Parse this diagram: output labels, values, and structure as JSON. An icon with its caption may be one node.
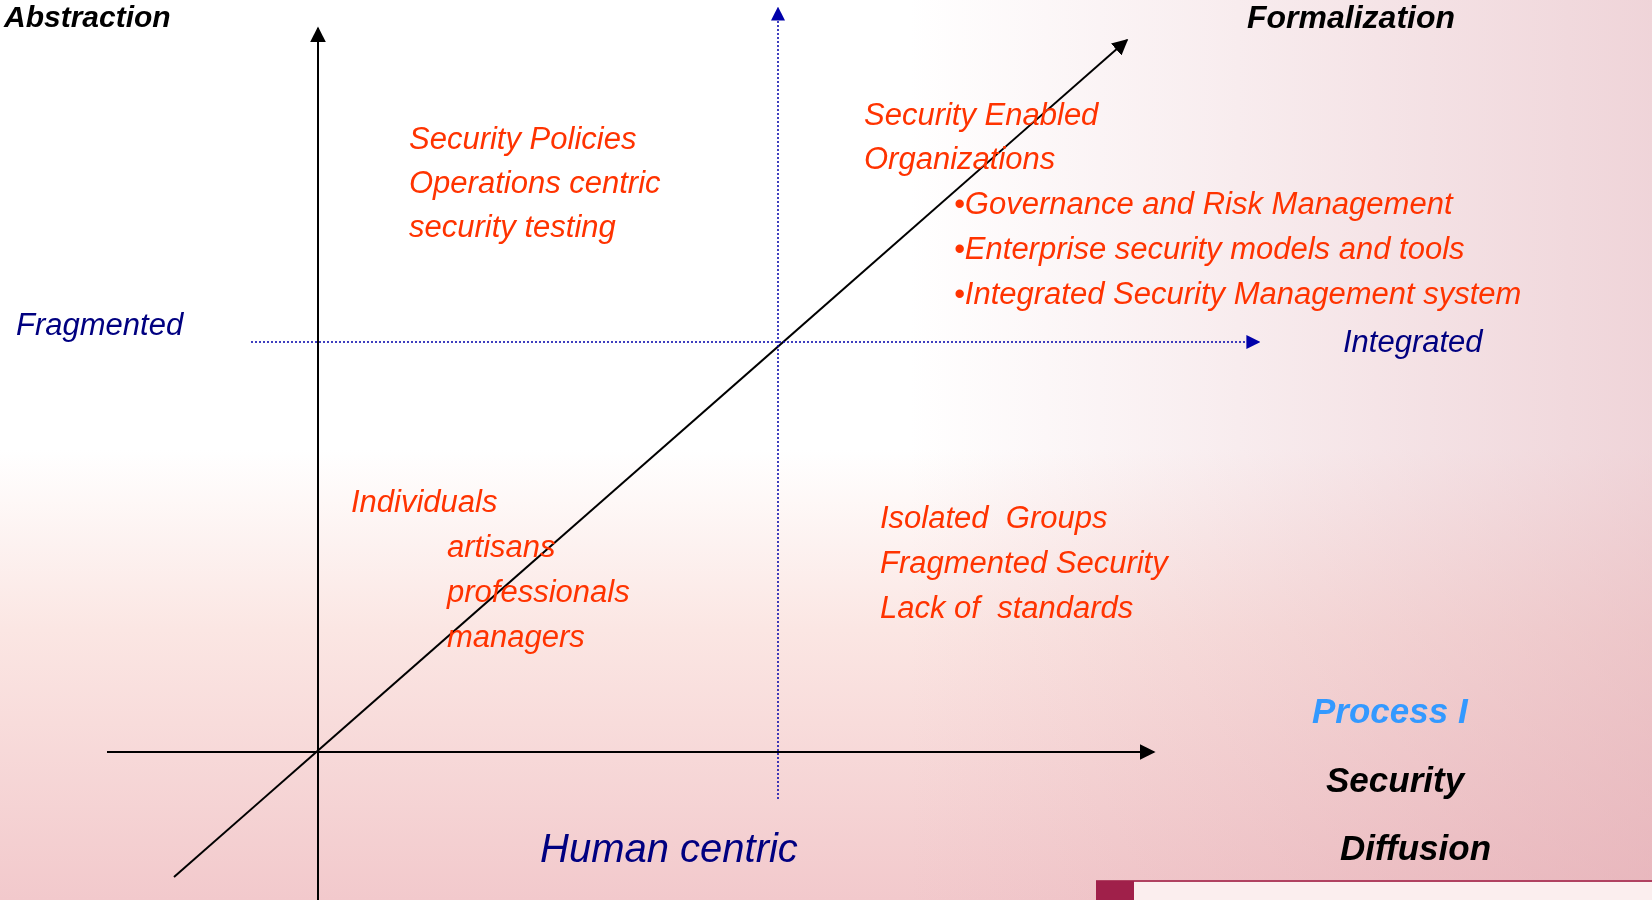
{
  "diagram": {
    "labels": [
      "Abstraction",
      "Formalization",
      "Security Policies",
      "Operations centric",
      "security testing",
      "Security Enabled",
      "Organizations",
      "•Governance and Risk Management",
      "•Enterprise security models and tools",
      "•Integrated Security Management system",
      "Fragmented",
      "Integrated",
      "Individuals",
      "artisans",
      "professionals",
      "managers",
      "Isolated  Groups",
      "Fragmented Security",
      "Lack of  standards",
      "Process I",
      "Security",
      "Diffusion",
      "Human centric"
    ]
  }
}
